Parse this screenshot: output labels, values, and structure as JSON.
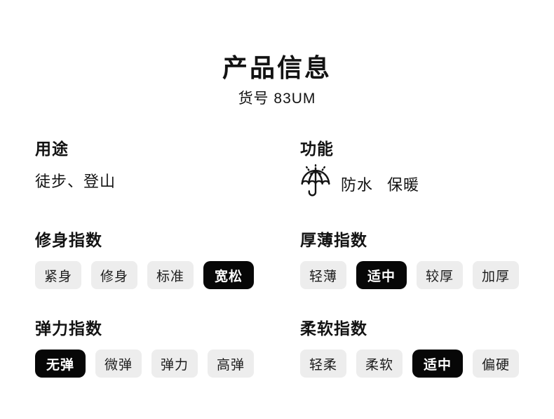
{
  "colors": {
    "page_bg": "#ffffff",
    "text": "#131313",
    "chip_bg": "#ededed",
    "chip_selected_bg": "#070707",
    "chip_selected_text": "#ffffff"
  },
  "header": {
    "title": "产品信息",
    "item_number": "货号 83UM"
  },
  "sections": {
    "usage": {
      "heading": "用途",
      "value": "徒步、登山"
    },
    "features": {
      "heading": "功能",
      "icon": "umbrella-rain-icon",
      "items": [
        "防水",
        "保暖"
      ]
    },
    "fit": {
      "heading": "修身指数",
      "options": [
        {
          "label": "紧身",
          "selected": false
        },
        {
          "label": "修身",
          "selected": false
        },
        {
          "label": "标准",
          "selected": false
        },
        {
          "label": "宽松",
          "selected": true
        }
      ]
    },
    "thickness": {
      "heading": "厚薄指数",
      "options": [
        {
          "label": "轻薄",
          "selected": false
        },
        {
          "label": "适中",
          "selected": true
        },
        {
          "label": "较厚",
          "selected": false
        },
        {
          "label": "加厚",
          "selected": false
        }
      ]
    },
    "elasticity": {
      "heading": "弹力指数",
      "options": [
        {
          "label": "无弹",
          "selected": true
        },
        {
          "label": "微弹",
          "selected": false
        },
        {
          "label": "弹力",
          "selected": false
        },
        {
          "label": "高弹",
          "selected": false
        }
      ]
    },
    "softness": {
      "heading": "柔软指数",
      "options": [
        {
          "label": "轻柔",
          "selected": false
        },
        {
          "label": "柔软",
          "selected": false
        },
        {
          "label": "适中",
          "selected": true
        },
        {
          "label": "偏硬",
          "selected": false
        }
      ]
    }
  }
}
